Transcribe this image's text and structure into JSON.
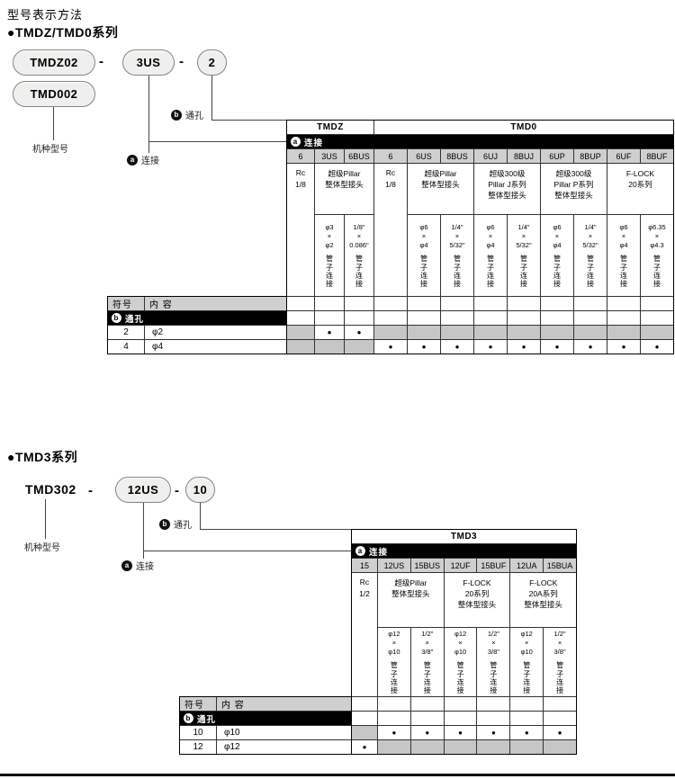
{
  "page": {
    "title": "型号表示方法",
    "series1_heading": "●TMDZ/TMD0系列",
    "series2_heading": "●TMD3系列",
    "dash": "-"
  },
  "labels": {
    "model": "机种型号",
    "connection": "连接",
    "hole": "通孔",
    "badge_a": "a",
    "badge_b": "b"
  },
  "diagram1": {
    "model_top": "TMDZ02",
    "model_bottom": "TMD002",
    "connection_code": "3US",
    "hole_code": "2"
  },
  "diagram2": {
    "model": "TMD302",
    "connection_code": "12US",
    "hole_code": "10"
  },
  "table1": {
    "group_left": "TMDZ",
    "group_right": "TMD0",
    "codes": [
      "6",
      "3US",
      "6BUS",
      "6",
      "6US",
      "8BUS",
      "6UJ",
      "8BUJ",
      "6UP",
      "8BUP",
      "6UF",
      "8BUF"
    ],
    "rc_left": [
      "Rc",
      "1/8"
    ],
    "rc_right": [
      "Rc",
      "1/8"
    ],
    "descs": [
      [
        "超级Pillar",
        "整体型接头"
      ],
      [
        "超级Pillar",
        "整体型接头"
      ],
      [
        "超级300级",
        "Pillar J系列",
        "整体型接头"
      ],
      [
        "超级300级",
        "Pillar P系列",
        "整体型接头"
      ],
      [
        "F-LOCK",
        "20系列"
      ]
    ],
    "tubes": [
      {
        "t": [
          "φ3",
          "×",
          "φ2"
        ],
        "pipe": "管子连接"
      },
      {
        "t": [
          "1/8\"",
          "×",
          "0.086\""
        ],
        "pipe": "管子连接"
      },
      {
        "t": [
          "φ6",
          "×",
          "φ4"
        ],
        "pipe": "管子连接"
      },
      {
        "t": [
          "1/4\"",
          "×",
          "5/32\""
        ],
        "pipe": "管子连接"
      },
      {
        "t": [
          "φ6",
          "×",
          "φ4"
        ],
        "pipe": "管子连接"
      },
      {
        "t": [
          "1/4\"",
          "×",
          "5/32\""
        ],
        "pipe": "管子连接"
      },
      {
        "t": [
          "φ6",
          "×",
          "φ4"
        ],
        "pipe": "管子连接"
      },
      {
        "t": [
          "1/4\"",
          "×",
          "5/32\""
        ],
        "pipe": "管子连接"
      },
      {
        "t": [
          "φ6",
          "×",
          "φ4"
        ],
        "pipe": "管子连接"
      },
      {
        "t": [
          "φ6.35",
          "×",
          "φ4.3"
        ],
        "pipe": "管子连接"
      }
    ],
    "legend": {
      "symbol_header": "符号",
      "content_header": "内 容",
      "rows": [
        {
          "symbol": "2",
          "content": "φ2",
          "marks": [
            "",
            "●",
            "●",
            "",
            "",
            "",
            "",
            "",
            "",
            "",
            "",
            ""
          ]
        },
        {
          "symbol": "4",
          "content": "φ4",
          "marks": [
            "",
            "",
            "",
            "●",
            "●",
            "●",
            "●",
            "●",
            "●",
            "●",
            "●",
            "●"
          ]
        }
      ]
    }
  },
  "table2": {
    "group": "TMD3",
    "codes": [
      "15",
      "12US",
      "15BUS",
      "12UF",
      "15BUF",
      "12UA",
      "15BUA"
    ],
    "rc": [
      "Rc",
      "1/2"
    ],
    "descs": [
      [
        "超级Pillar",
        "整体型接头"
      ],
      [
        "F-LOCK",
        "20系列",
        "整体型接头"
      ],
      [
        "F-LOCK",
        "20A系列",
        "整体型接头"
      ]
    ],
    "tubes": [
      {
        "t": [
          "φ12",
          "×",
          "φ10"
        ],
        "pipe": "管子连接"
      },
      {
        "t": [
          "1/2\"",
          "×",
          "3/8\""
        ],
        "pipe": "管子连接"
      },
      {
        "t": [
          "φ12",
          "×",
          "φ10"
        ],
        "pipe": "管子连接"
      },
      {
        "t": [
          "1/2\"",
          "×",
          "3/8\""
        ],
        "pipe": "管子连接"
      },
      {
        "t": [
          "φ12",
          "×",
          "φ10"
        ],
        "pipe": "管子连接"
      },
      {
        "t": [
          "1/2\"",
          "×",
          "3/8\""
        ],
        "pipe": "管子连接"
      }
    ],
    "legend": {
      "symbol_header": "符号",
      "content_header": "内 容",
      "rows": [
        {
          "symbol": "10",
          "content": "φ10",
          "marks": [
            "",
            "●",
            "●",
            "●",
            "●",
            "●",
            "●"
          ]
        },
        {
          "symbol": "12",
          "content": "φ12",
          "marks": [
            "●",
            "",
            "",
            "",
            "",
            "",
            ""
          ]
        }
      ]
    }
  }
}
